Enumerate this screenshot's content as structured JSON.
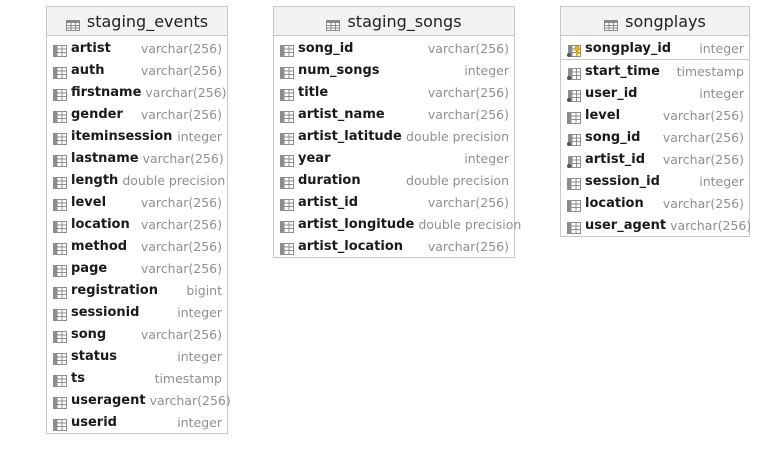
{
  "tables": [
    {
      "name": "staging_events",
      "columns": [
        {
          "name": "artist",
          "type": "varchar(256)",
          "icon": "column-icon"
        },
        {
          "name": "auth",
          "type": "varchar(256)",
          "icon": "column-icon"
        },
        {
          "name": "firstname",
          "type": "varchar(256)",
          "icon": "column-icon"
        },
        {
          "name": "gender",
          "type": "varchar(256)",
          "icon": "column-icon"
        },
        {
          "name": "iteminsession",
          "type": "integer",
          "icon": "column-icon"
        },
        {
          "name": "lastname",
          "type": "varchar(256)",
          "icon": "column-icon"
        },
        {
          "name": "length",
          "type": "double precision",
          "icon": "column-icon"
        },
        {
          "name": "level",
          "type": "varchar(256)",
          "icon": "column-icon"
        },
        {
          "name": "location",
          "type": "varchar(256)",
          "icon": "column-icon"
        },
        {
          "name": "method",
          "type": "varchar(256)",
          "icon": "column-icon"
        },
        {
          "name": "page",
          "type": "varchar(256)",
          "icon": "column-icon"
        },
        {
          "name": "registration",
          "type": "bigint",
          "icon": "column-icon"
        },
        {
          "name": "sessionid",
          "type": "integer",
          "icon": "column-icon"
        },
        {
          "name": "song",
          "type": "varchar(256)",
          "icon": "column-icon"
        },
        {
          "name": "status",
          "type": "integer",
          "icon": "column-icon"
        },
        {
          "name": "ts",
          "type": "timestamp",
          "icon": "column-icon"
        },
        {
          "name": "useragent",
          "type": "varchar(256)",
          "icon": "column-icon"
        },
        {
          "name": "userid",
          "type": "integer",
          "icon": "column-icon"
        }
      ]
    },
    {
      "name": "staging_songs",
      "columns": [
        {
          "name": "song_id",
          "type": "varchar(256)",
          "icon": "column-icon"
        },
        {
          "name": "num_songs",
          "type": "integer",
          "icon": "column-icon"
        },
        {
          "name": "title",
          "type": "varchar(256)",
          "icon": "column-icon"
        },
        {
          "name": "artist_name",
          "type": "varchar(256)",
          "icon": "column-icon"
        },
        {
          "name": "artist_latitude",
          "type": "double precision",
          "icon": "column-icon"
        },
        {
          "name": "year",
          "type": "integer",
          "icon": "column-icon"
        },
        {
          "name": "duration",
          "type": "double precision",
          "icon": "column-icon"
        },
        {
          "name": "artist_id",
          "type": "varchar(256)",
          "icon": "column-icon"
        },
        {
          "name": "artist_longitude",
          "type": "double precision",
          "icon": "column-icon"
        },
        {
          "name": "artist_location",
          "type": "varchar(256)",
          "icon": "column-icon"
        }
      ]
    },
    {
      "name": "songplays",
      "columns": [
        {
          "name": "songplay_id",
          "type": "integer",
          "icon": "primary-key-icon",
          "separator": true
        },
        {
          "name": "start_time",
          "type": "timestamp",
          "icon": "foreign-key-icon"
        },
        {
          "name": "user_id",
          "type": "integer",
          "icon": "foreign-key-icon"
        },
        {
          "name": "level",
          "type": "varchar(256)",
          "icon": "column-icon"
        },
        {
          "name": "song_id",
          "type": "varchar(256)",
          "icon": "foreign-key-icon"
        },
        {
          "name": "artist_id",
          "type": "varchar(256)",
          "icon": "foreign-key-icon"
        },
        {
          "name": "session_id",
          "type": "integer",
          "icon": "column-icon"
        },
        {
          "name": "location",
          "type": "varchar(256)",
          "icon": "column-icon"
        },
        {
          "name": "user_agent",
          "type": "varchar(256)",
          "icon": "column-icon"
        }
      ]
    }
  ]
}
